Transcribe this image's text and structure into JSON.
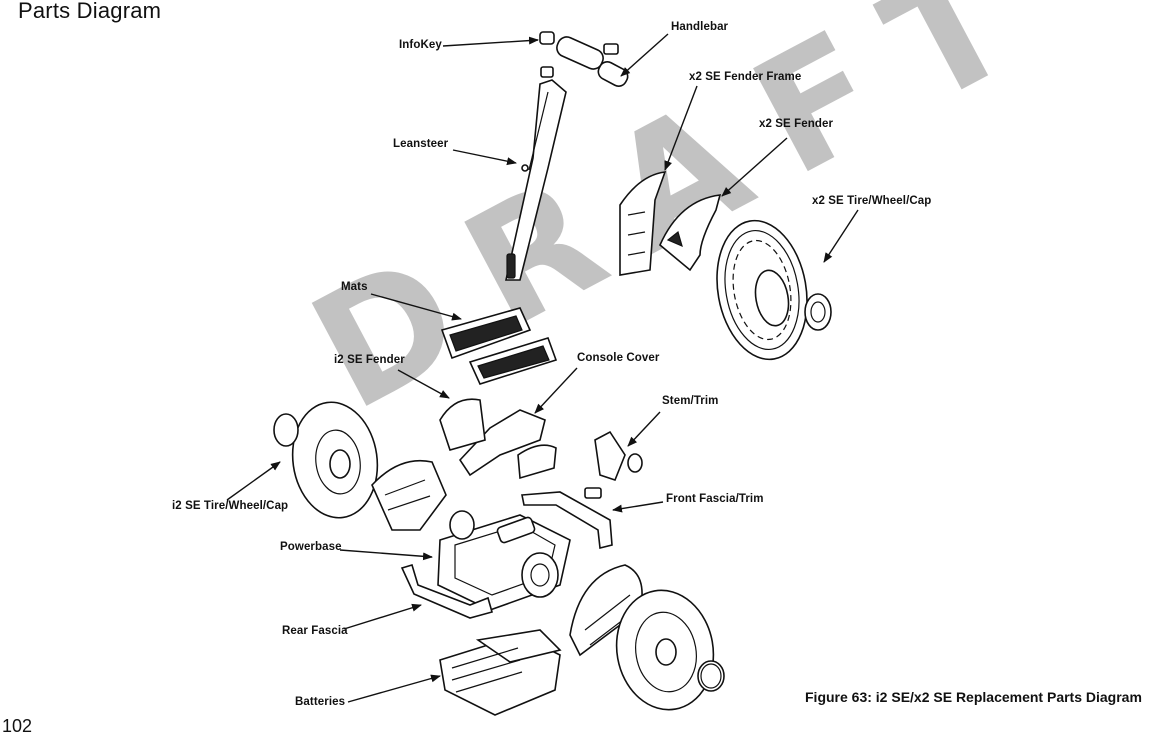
{
  "page": {
    "title": "Parts Diagram",
    "page_number": "102",
    "caption": "Figure 63: i2 SE/x2 SE Replacement Parts Diagram",
    "watermark": "DRAFT"
  },
  "callouts": {
    "infokey": "InfoKey",
    "handlebar": "Handlebar",
    "x2_fender_frame": "x2 SE Fender Frame",
    "x2_fender": "x2 SE Fender",
    "leansteer": "Leansteer",
    "x2_tire_wheel_cap": "x2 SE Tire/Wheel/Cap",
    "mats": "Mats",
    "i2_fender": "i2 SE Fender",
    "console_cover": "Console Cover",
    "stem_trim": "Stem/Trim",
    "i2_tire_wheel_cap": "i2 SE Tire/Wheel/Cap",
    "front_fascia_trim": "Front Fascia/Trim",
    "powerbase": "Powerbase",
    "rear_fascia": "Rear Fascia",
    "batteries": "Batteries"
  }
}
